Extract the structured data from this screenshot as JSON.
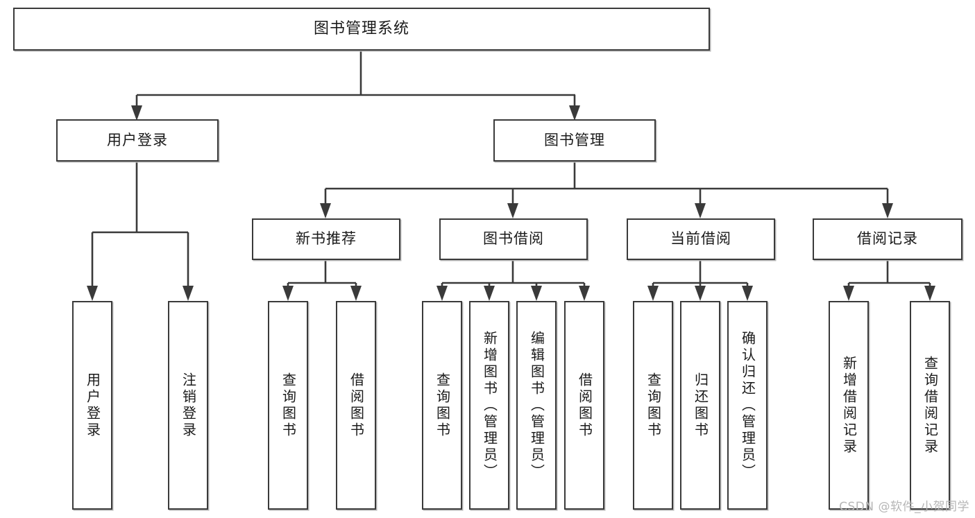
{
  "diagram": {
    "title": "图书管理系统",
    "type": "tree",
    "watermark": "CSDN @软件_小贺同学",
    "colors": {
      "box_border": "#3a3a3a",
      "box_fill": "#ffffff",
      "connector": "#3a3a3a",
      "text": "#1a1a1a",
      "watermark": "#b6b6b6"
    },
    "levels": {
      "root": {
        "label": "图书管理系统"
      },
      "level2": [
        {
          "label": "用户登录"
        },
        {
          "label": "图书管理"
        }
      ],
      "level3": [
        {
          "label": "新书推荐"
        },
        {
          "label": "图书借阅"
        },
        {
          "label": "当前借阅"
        },
        {
          "label": "借阅记录"
        }
      ],
      "leaves": {
        "user_login": [
          {
            "label": "用户登录"
          },
          {
            "label": "注销登录"
          }
        ],
        "new_book_recommend": [
          {
            "label": "查询图书"
          },
          {
            "label": "借阅图书"
          }
        ],
        "book_borrow": [
          {
            "label": "查询图书"
          },
          {
            "label": "新增图书（管理员）"
          },
          {
            "label": "编辑图书（管理员）"
          },
          {
            "label": "借阅图书"
          }
        ],
        "current_borrow": [
          {
            "label": "查询图书"
          },
          {
            "label": "归还图书"
          },
          {
            "label": "确认归还（管理员）"
          }
        ],
        "borrow_records": [
          {
            "label": "新增借阅记录"
          },
          {
            "label": "查询借阅记录"
          }
        ]
      }
    }
  }
}
